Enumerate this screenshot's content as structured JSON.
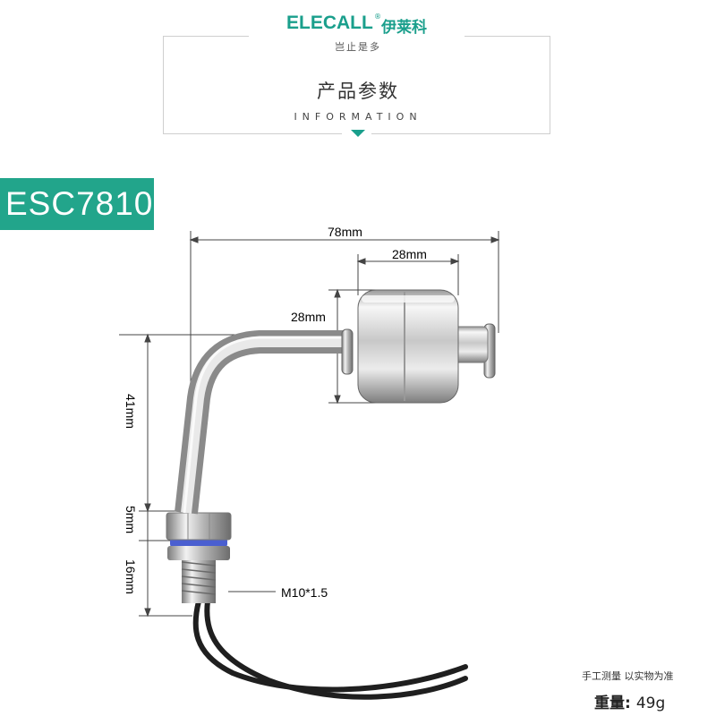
{
  "header": {
    "brand_en": "ELECALL",
    "brand_reg": "®",
    "brand_cn": "伊莱科",
    "slogan": "岂止是多",
    "title_cn": "产品参数",
    "title_en": "INFORMATION"
  },
  "model": "ESC7810",
  "dimensions": {
    "total_length": "78mm",
    "float_length": "28mm",
    "float_diameter": "28mm",
    "vertical_length": "41mm",
    "nut_height": "5mm",
    "thread_length": "16mm",
    "thread_spec": "M10*1.5"
  },
  "footer": {
    "note": "手工测量 以实物为准",
    "weight_label": "重量:",
    "weight_value": "49g"
  },
  "colors": {
    "brand": "#1a9f8c",
    "badge": "#22a58b"
  }
}
